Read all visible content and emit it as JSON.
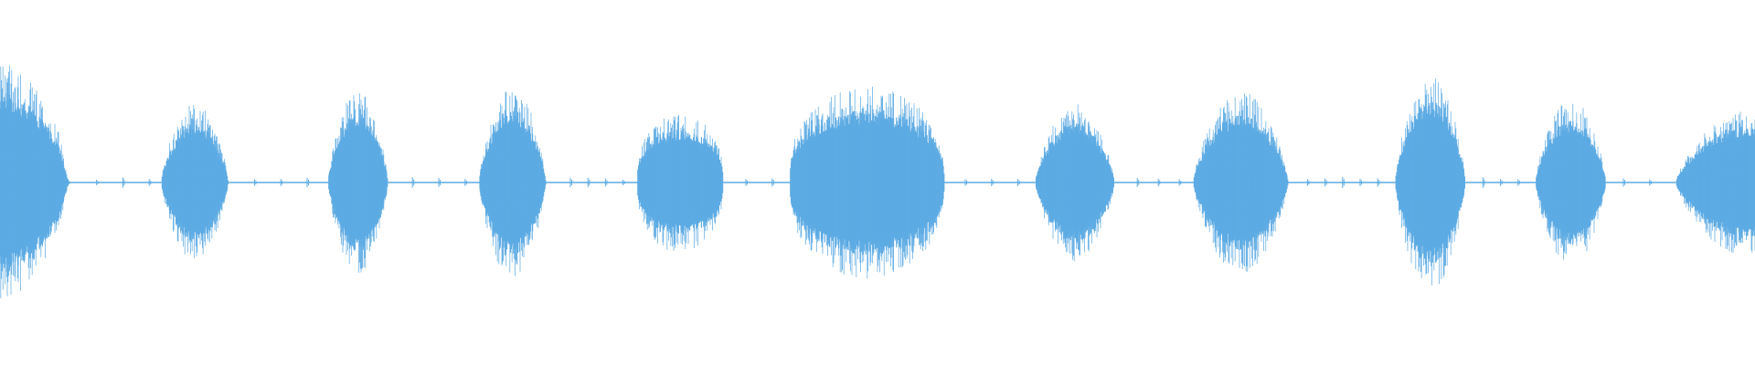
{
  "waveform": {
    "color": "#5DABE3",
    "background": "#FFFFFF",
    "baseline_amplitude": 0.01,
    "bursts": [
      {
        "name": "burst-1",
        "start": 0.0,
        "end": 0.04,
        "peak": 0.7,
        "shape": "decay"
      },
      {
        "name": "burst-2",
        "start": 0.092,
        "end": 0.13,
        "peak": 0.45,
        "shape": "bell"
      },
      {
        "name": "burst-3",
        "start": 0.187,
        "end": 0.221,
        "peak": 0.52,
        "shape": "bell"
      },
      {
        "name": "burst-4",
        "start": 0.273,
        "end": 0.311,
        "peak": 0.55,
        "shape": "bell"
      },
      {
        "name": "burst-5",
        "start": 0.363,
        "end": 0.412,
        "peak": 0.4,
        "shape": "plateau"
      },
      {
        "name": "burst-6",
        "start": 0.45,
        "end": 0.538,
        "peak": 0.55,
        "shape": "plateau"
      },
      {
        "name": "burst-7",
        "start": 0.59,
        "end": 0.635,
        "peak": 0.45,
        "shape": "bell"
      },
      {
        "name": "burst-8",
        "start": 0.68,
        "end": 0.734,
        "peak": 0.52,
        "shape": "bell"
      },
      {
        "name": "burst-9",
        "start": 0.795,
        "end": 0.835,
        "peak": 0.62,
        "shape": "bell"
      },
      {
        "name": "burst-10",
        "start": 0.875,
        "end": 0.915,
        "peak": 0.48,
        "shape": "bell"
      },
      {
        "name": "burst-11",
        "start": 0.955,
        "end": 1.0,
        "peak": 0.42,
        "shape": "rise"
      }
    ],
    "ticks": [
      0.055,
      0.07,
      0.085,
      0.145,
      0.16,
      0.175,
      0.235,
      0.25,
      0.265,
      0.325,
      0.335,
      0.345,
      0.355,
      0.425,
      0.44,
      0.55,
      0.565,
      0.58,
      0.648,
      0.66,
      0.672,
      0.745,
      0.755,
      0.765,
      0.775,
      0.785,
      0.845,
      0.855,
      0.865,
      0.925,
      0.94
    ]
  }
}
